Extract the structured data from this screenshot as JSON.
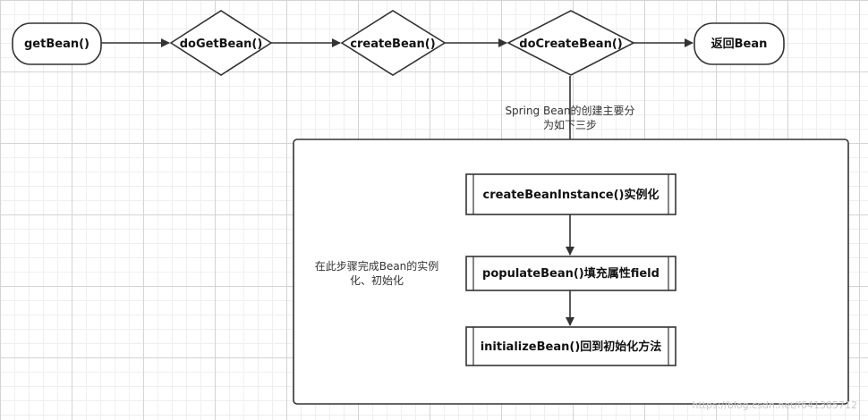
{
  "flow": {
    "get_bean": "getBean()",
    "do_get_bean": "doGetBean()",
    "create_bean": "createBean()",
    "do_create_bean": "doCreateBean()",
    "return_bean": "返回Bean"
  },
  "note_top": {
    "line1": "Spring Bean的创建主要分",
    "line2": "为如下三步"
  },
  "steps": {
    "step1": "createBeanInstance()实例化",
    "step2": "populateBean()填充属性field",
    "step3": "initializeBean()回到初始化方法"
  },
  "note_side": {
    "line1": "在此步骤完成Bean的实例",
    "line2": "化、初始化"
  },
  "watermark": "https://blog.csdn.net/f641385712",
  "colors": {
    "stroke": "#333333",
    "fill": "#ffffff",
    "arrow": "#333333"
  }
}
